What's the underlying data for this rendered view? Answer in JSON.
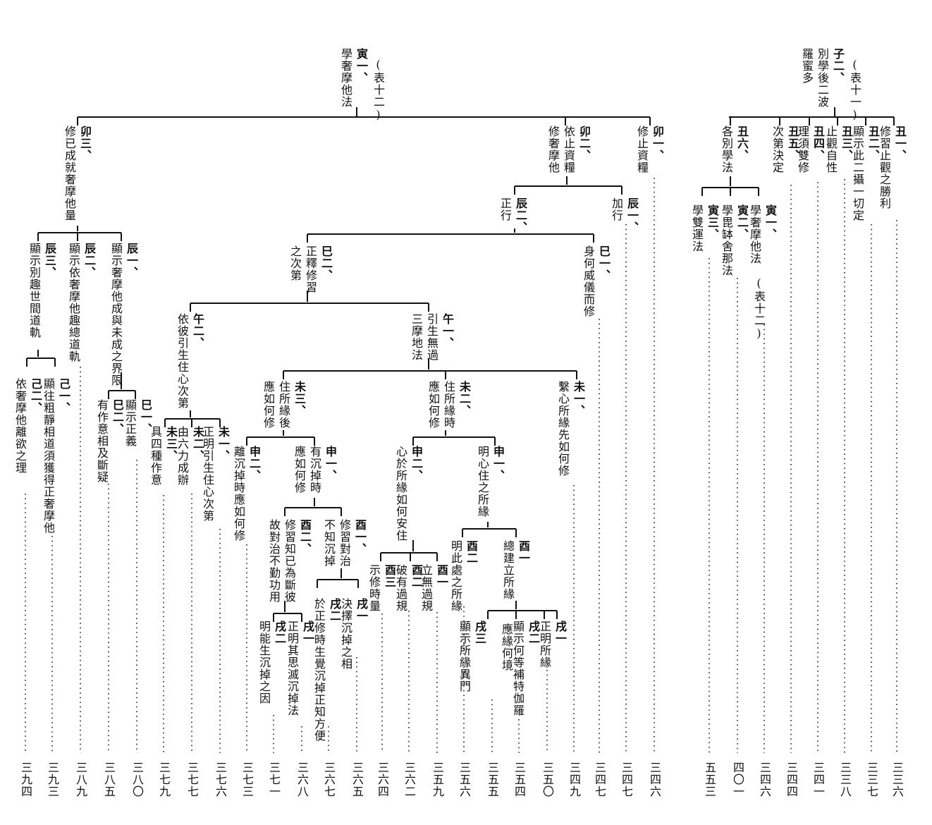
{
  "table11": {
    "label": "(表十一)",
    "root": [
      "子二、",
      "別學後二波",
      "羅蜜多"
    ],
    "b1": [
      "丑一、",
      "修習止觀之勝利"
    ],
    "b2": [
      "丑二、",
      "顯示此二攝一切定"
    ],
    "b3": [
      "丑三、",
      "止觀自性"
    ],
    "b4": [
      "丑四、",
      "理須雙修"
    ],
    "b5": [
      "丑五、",
      "次第決定"
    ],
    "b6": [
      "丑六、",
      "各別學法"
    ],
    "c1": [
      "寅一、",
      "學奢摩他法"
    ],
    "c1_ref": "(表十二)",
    "c2": [
      "寅二、",
      "學毘缽舍那法"
    ],
    "c3": [
      "寅三、",
      "學雙運法"
    ],
    "pages": [
      "三三六",
      "三三七",
      "三三八",
      "三四一",
      "三四四",
      "三四六",
      "四〇一",
      "五五三"
    ]
  },
  "table12": {
    "label": "(表十二)",
    "root": [
      "寅一、",
      "學奢摩他法"
    ],
    "m1": [
      "卯一、",
      "修止資糧"
    ],
    "m2": [
      "卯二、",
      "依止資糧",
      "修奢摩他"
    ],
    "m3": [
      "卯三、",
      "修已成就奢摩他量"
    ],
    "m2a": [
      "辰一、",
      "加行"
    ],
    "m2b": [
      "辰二、",
      "正行"
    ],
    "p1": [
      "巳一、",
      "身何威儀而修"
    ],
    "p2": [
      "巳二、",
      "正釋修習",
      "之次第"
    ],
    "w1": [
      "午一、",
      "引生無過",
      "三摩地法"
    ],
    "w2": [
      "午二、",
      "依彼引生住心次第"
    ],
    "v1": [
      "未一、",
      "繫心所緣先如何修"
    ],
    "v2": [
      "未二、",
      "住所緣時",
      "應如何修"
    ],
    "v3": [
      "未三、",
      "住所緣後",
      "應如何修"
    ],
    "s1": [
      "申一、",
      "明心住之所緣"
    ],
    "s2": [
      "申二、",
      "心於所緣如何安住"
    ],
    "y1": [
      "酉一",
      "總建立所緣"
    ],
    "y2": [
      "酉二",
      "明此處之所緣"
    ],
    "x1": [
      "戌一",
      "正明所緣"
    ],
    "x2": [
      "戌二",
      "顯示何等補特伽羅"
    ],
    "x2b": "應緣何境",
    "x3": [
      "戌三",
      "顯示所緣異門"
    ],
    "z1": [
      "酉一",
      "立無過規"
    ],
    "z2": [
      "酉二",
      "破有過規"
    ],
    "z3": [
      "酉三",
      "示修時量"
    ],
    "t1": [
      "申一、",
      "有沉掉時",
      "應如何修"
    ],
    "t2": [
      "申二、",
      "離沉掉時應如何修"
    ],
    "r1": [
      "酉一、",
      "修習對治",
      "不知沉掉"
    ],
    "r2": [
      "酉二、",
      "修習知已為斷彼",
      "故對治不勤功用"
    ],
    "q1": [
      "戌一",
      "決擇沉掉之相"
    ],
    "q2": [
      "戌二",
      "於正修時生覺沉掉正知方便"
    ],
    "o1": [
      "戌一",
      "正明其思滅沉掉法"
    ],
    "o2": [
      "戌二",
      "明能生沉掉之因"
    ],
    "k1": [
      "未一、",
      "正明引生住心次第"
    ],
    "k2": [
      "未二、",
      "由六力成辦"
    ],
    "k3": [
      "未三、",
      "具四種作意"
    ],
    "h1": [
      "辰一、",
      "顯示奢摩他成與未成之界限"
    ],
    "h2": [
      "辰二、",
      "顯示依奢摩他趣總道軌"
    ],
    "h3": [
      "辰三、",
      "顯示別趣世間道軌"
    ],
    "g1": [
      "巳一、",
      "顯示正義"
    ],
    "g2": [
      "巳二、",
      "有作意相及斷疑"
    ],
    "f1": [
      "己一、",
      "顯往粗靜相道須獲得正奢摩他"
    ],
    "f2": [
      "己二、",
      "依奢摩他離欲之理"
    ],
    "pages": [
      "三四六",
      "三四七",
      "三四七",
      "三四九",
      "三五〇",
      "三五四",
      "三五五",
      "三五六",
      "三五九",
      "三六二",
      "三六四",
      "三六五",
      "三六七",
      "三六八",
      "三七一",
      "三七三",
      "三七六",
      "三七七",
      "三七九",
      "三八〇",
      "三八五",
      "三八九",
      "三九三",
      "三九四"
    ]
  }
}
